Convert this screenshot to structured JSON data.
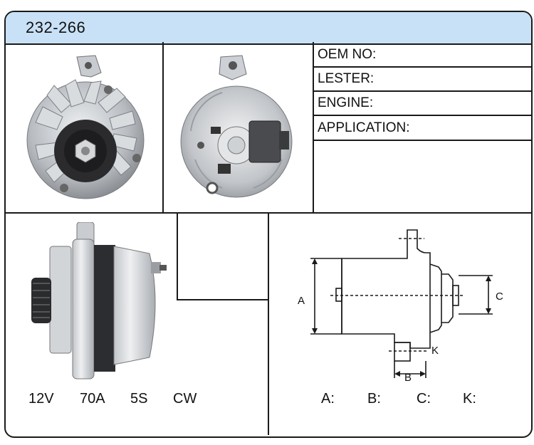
{
  "header": {
    "part_number": "232-266"
  },
  "info_fields": [
    "OEM NO:",
    "LESTER:",
    "ENGINE:",
    "APPLICATION:"
  ],
  "specs": {
    "voltage": "12V",
    "amperage": "70A",
    "pulley": "5S",
    "rotation": "CW"
  },
  "dimensions": {
    "a": "A:",
    "b": "B:",
    "c": "C:",
    "k": "K:"
  },
  "diagram_labels": {
    "a": "A",
    "b": "B",
    "c": "C",
    "k": "K"
  }
}
